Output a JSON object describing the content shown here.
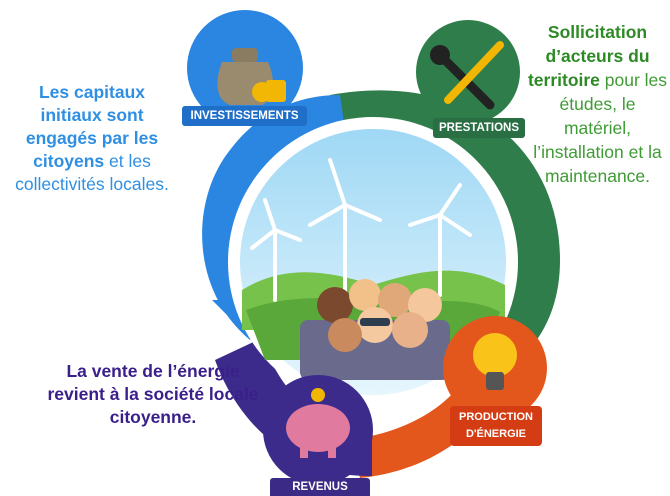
{
  "labels": {
    "investissements": "INVESTISSEMENTS",
    "prestations": "PRESTATIONS",
    "production_line1": "PRODUCTION",
    "production_line2": "D'ÉNERGIE",
    "revenus": "REVENUS"
  },
  "left_text": {
    "bold": "Les capitaux initiaux sont engagés par les citoyens",
    "normal": " et les collectivités locales."
  },
  "right_text": {
    "bold": "Sollicitation d’acteurs du territoire",
    "normal": " pour les études, le matériel, l’installation et la maintenance."
  },
  "bottom_text": "La vente de l’énergie revient à la société locale citoyenne.",
  "icons": [
    "money-bag-icon",
    "wrench-screwdriver-icon",
    "lightbulb-icon",
    "piggy-bank-icon"
  ],
  "colors": {
    "investissements": "#2a86e0",
    "prestations": "#2f7d4a",
    "production": "#e4571c",
    "revenus": "#3d2b8c",
    "left_text": "#2f8fe3",
    "right_text": "#3f9b35",
    "bottom_text": "#3a1f8a"
  }
}
